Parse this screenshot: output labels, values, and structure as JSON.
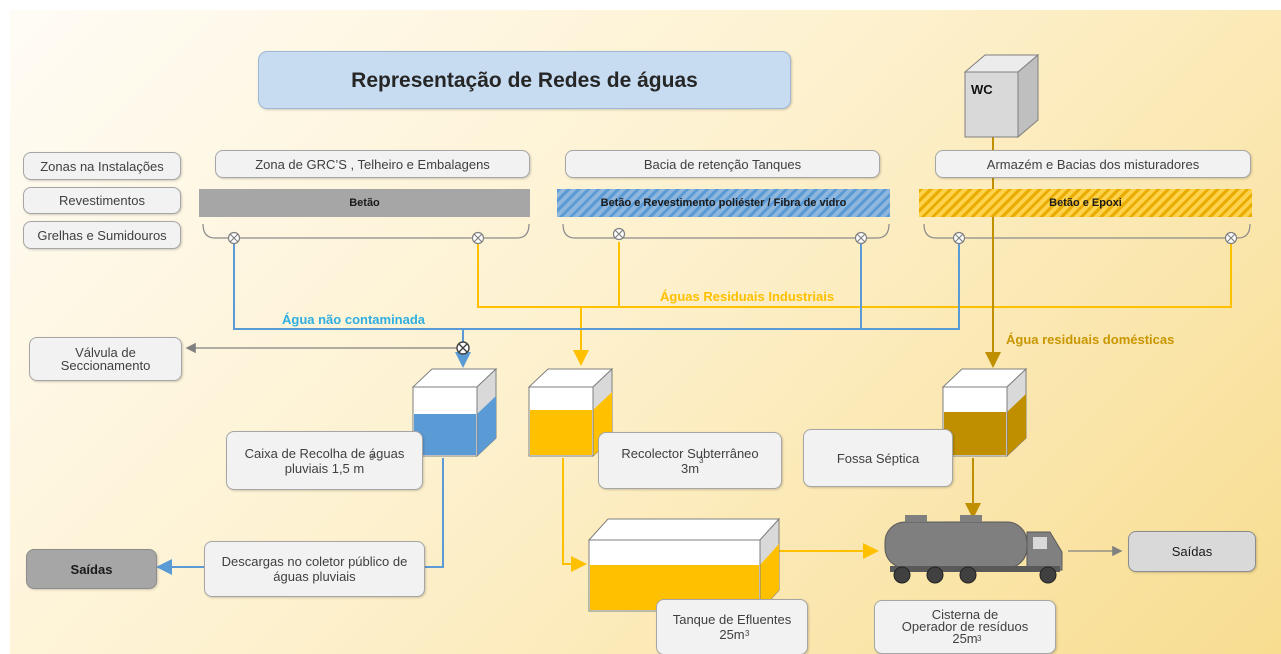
{
  "title": "Representação de Redes de águas",
  "row_labels": [
    "Zonas na Instalações",
    "Revestimentos",
    "Grelhas e Sumidouros"
  ],
  "zones": [
    "Zona de GRC’S , Telheiro e Embalagens",
    "Bacia de retenção Tanques",
    "Armazém e Bacias dos misturadores"
  ],
  "coatings": [
    "Betão",
    "Betão e Revestimento poliéster / Fibra de vidro",
    "Betão e Epoxi"
  ],
  "wc": "WC",
  "flows": {
    "clean": "Água não contaminada",
    "industrial": "Águas Residuais Industriais",
    "domestic": "Água residuais domésticas"
  },
  "valve": "Válvula de\nSeccionamento",
  "rain_box": {
    "text": "Caixa de Recolha de águas\npluviais 1,5 m",
    "sup": "3"
  },
  "collector": {
    "text": "Recolector Subterrâneo\n3m",
    "sup": "3"
  },
  "septic": "Fossa Séptica",
  "discharge": "Descargas no coletor público de\náguas pluviais",
  "effluent": {
    "text": "Tanque de Efluentes\n25m",
    "sup": "3"
  },
  "cistern": {
    "text": "Cisterna de\nOperador de resíduos\n25m",
    "sup": "3"
  },
  "exit_left": "Saídas",
  "exit_right": "Saídas",
  "colors": {
    "blue": "#5b9bd5",
    "yellow": "#ffc000",
    "brown": "#bf8f00",
    "grey_bar": "#a6a6a6",
    "title_bg": "#c7dcf1"
  },
  "icons": [
    "drain-icon",
    "valve-icon",
    "truck-icon",
    "tank-cube-icon",
    "wc-cube-icon"
  ]
}
